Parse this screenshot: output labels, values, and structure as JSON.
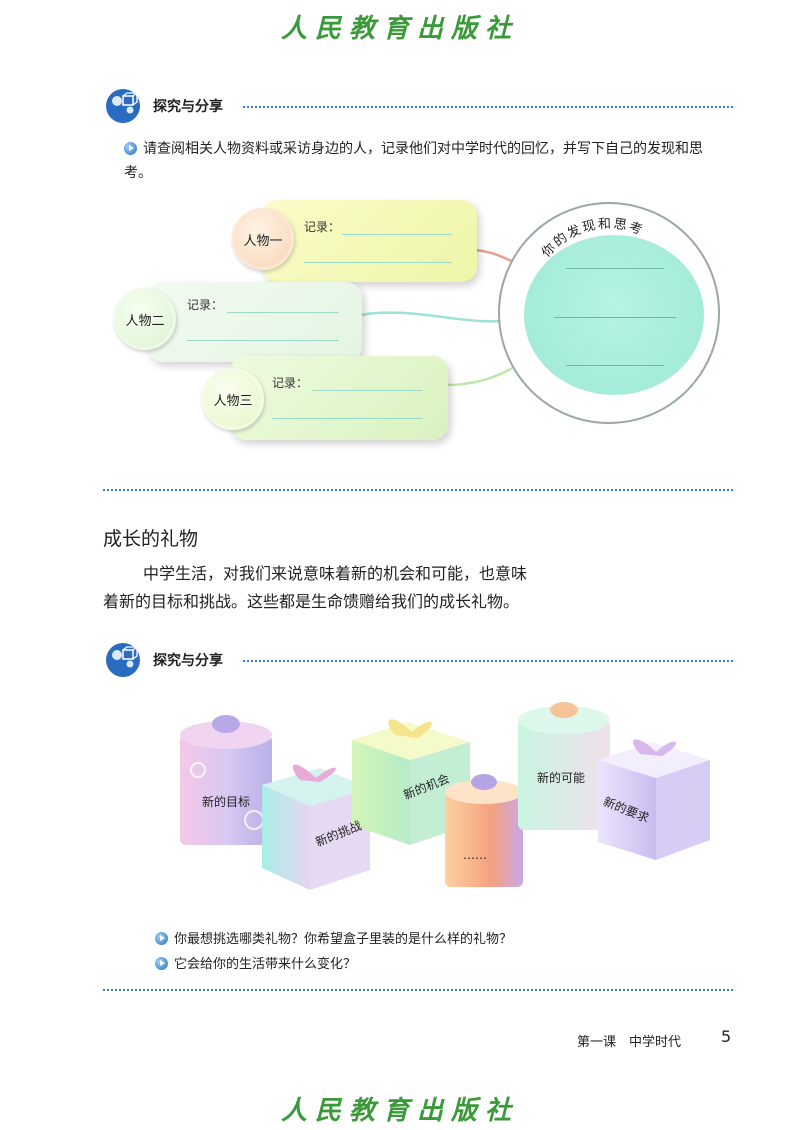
{
  "header": {
    "publisher": "人民教育出版社"
  },
  "section1": {
    "title": "探究与分享",
    "instruction": "请查阅相关人物资料或采访身边的人，记录他们对中学时代的回忆，并写下自己的发现和思考。",
    "persons": [
      {
        "name": "人物一",
        "record_label": "记录："
      },
      {
        "name": "人物二",
        "record_label": "记录："
      },
      {
        "name": "人物三",
        "record_label": "记录："
      }
    ],
    "circle_title": "你的发现和思考"
  },
  "gifts_section": {
    "heading": "成长的礼物",
    "para_line1": "中学生活，对我们来说意味着新的机会和可能，也意味",
    "para_line2": "着新的目标和挑战。这些都是生命馈赠给我们的成长礼物。"
  },
  "section2": {
    "title": "探究与分享",
    "gifts": [
      "新的目标",
      "新的挑战",
      "新的机会",
      "……",
      "新的可能",
      "新的要求"
    ],
    "questions": [
      "你最想挑选哪类礼物？你希望盒子里装的是什么样的礼物？",
      "它会给你的生活带来什么变化？"
    ]
  },
  "footer": {
    "lesson_label": "第一课　中学时代",
    "page_number": "5",
    "publisher": "人民教育出版社"
  }
}
